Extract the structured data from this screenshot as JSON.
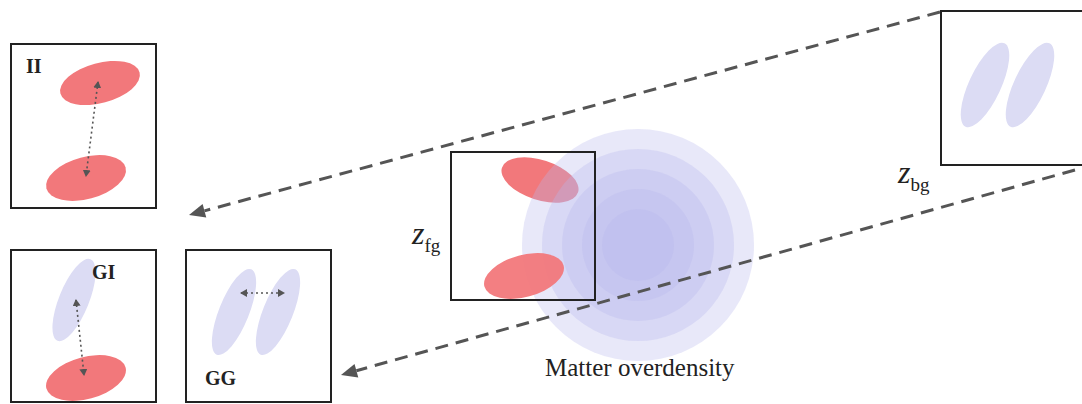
{
  "diagram": {
    "nodes": [
      {
        "text": [
          "II"
        ]
      },
      {
        "text": [
          "GI"
        ]
      },
      {
        "text": [
          "GG"
        ]
      },
      {
        "text": [
          "z",
          "fg"
        ]
      },
      {
        "text": [
          "z",
          "bg"
        ]
      }
    ],
    "edges": [
      {
        "from": 4,
        "to": 0,
        "arrow": "to"
      },
      {
        "from": 4,
        "to": 2,
        "arrow": "to"
      }
    ],
    "labels": [
      "Matter overdensity"
    ]
  }
}
